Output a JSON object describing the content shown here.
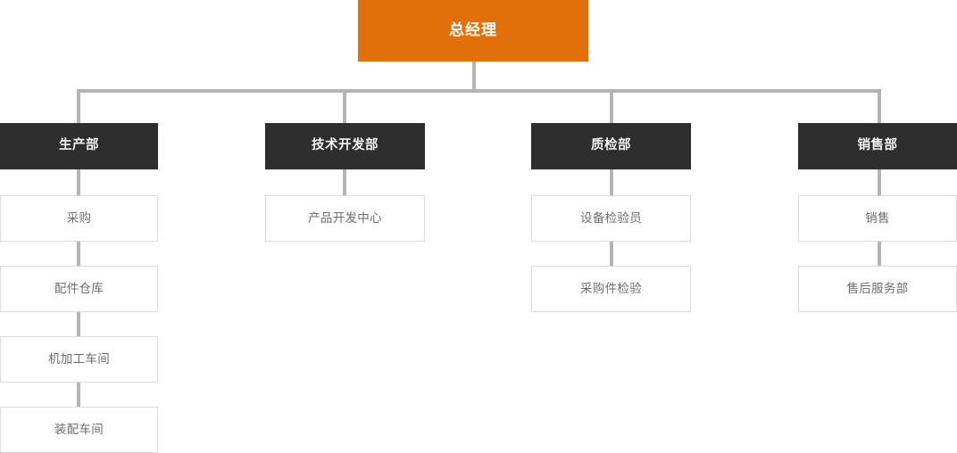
{
  "chart_data": {
    "type": "diagram",
    "diagram_kind": "organization-chart",
    "title": "",
    "orientation": "top-down",
    "colors": {
      "root_fill": "#e1700a",
      "root_text": "#ffffff",
      "department_fill": "#2e2e2e",
      "department_text": "#f2f2f2",
      "sub_fill": "#ffffff",
      "sub_border": "#dcdcdc",
      "sub_text": "#6d6d6d",
      "connector": "#b4b4b4",
      "background": "#ffffff"
    }
  },
  "root": {
    "label": "总经理"
  },
  "columns": [
    {
      "department": "生产部",
      "children": [
        {
          "label": "采购"
        },
        {
          "label": "配件仓库"
        },
        {
          "label": "机加工车间"
        },
        {
          "label": "装配车间"
        }
      ]
    },
    {
      "department": "技术开发部",
      "children": [
        {
          "label": "产品开发中心"
        }
      ]
    },
    {
      "department": "质检部",
      "children": [
        {
          "label": "设备检验员"
        },
        {
          "label": "采购件检验"
        }
      ]
    },
    {
      "department": "销售部",
      "children": [
        {
          "label": "销售"
        },
        {
          "label": "售后服务部"
        }
      ]
    }
  ]
}
